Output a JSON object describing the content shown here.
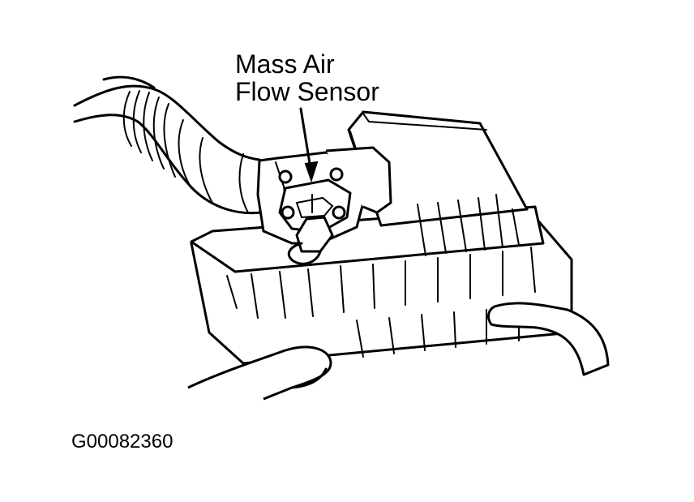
{
  "callout": {
    "line1": "Mass Air",
    "line2": "Flow Sensor"
  },
  "figure_id": "G00082360",
  "colors": {
    "ink": "#000000",
    "paper": "#ffffff"
  }
}
